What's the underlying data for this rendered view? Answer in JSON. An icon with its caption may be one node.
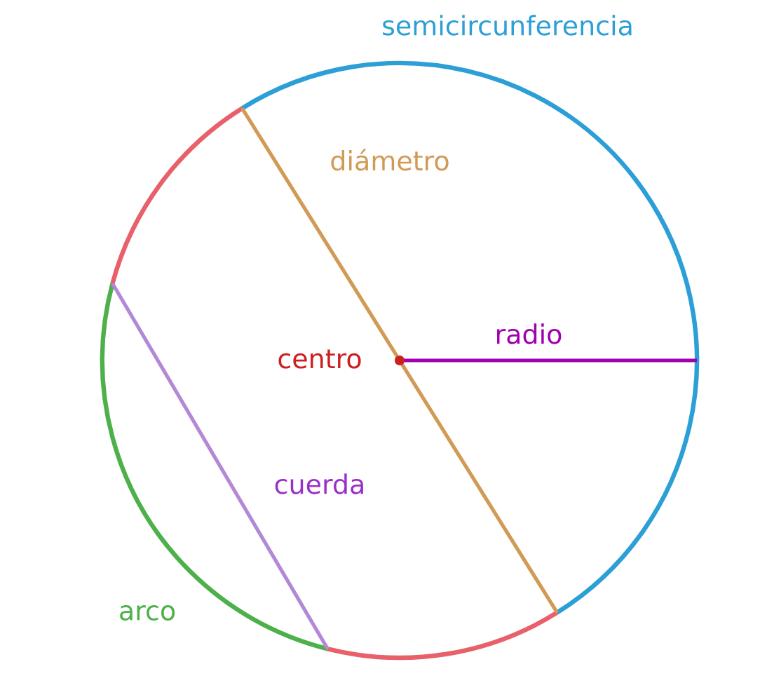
{
  "diagram": {
    "labels": [
      "semicircunferencia",
      "diámetro",
      "radio",
      "centro",
      "cuerda",
      "arco"
    ]
  }
}
